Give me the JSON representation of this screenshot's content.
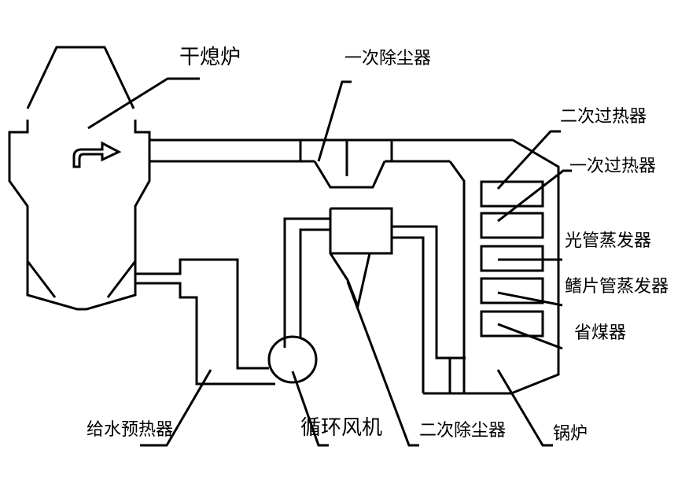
{
  "labels": {
    "dryer": "干熄炉",
    "primary_dust_collector": "一次除尘器",
    "secondary_superheater": "二次过热器",
    "primary_superheater": "一次过热器",
    "bare_tube_evaporator": "光管蒸发器",
    "finned_tube_evaporator": "鳍片管蒸发器",
    "economizer": "省煤器",
    "feedwater_preheater": "给水预热器",
    "circulating_fan": "循环风机",
    "secondary_dust_collector": "二次除尘器",
    "boiler": "锅炉"
  }
}
